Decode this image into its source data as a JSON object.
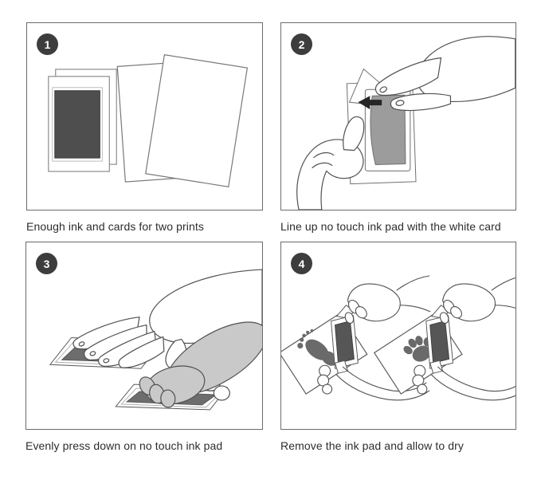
{
  "figure": {
    "type": "instruction-steps",
    "product": "no touch ink pad",
    "steps": [
      {
        "number": "1",
        "caption": "Enough ink and cards for two prints",
        "illustration": "ink-pad-with-backing-cards-and-two-white-cards"
      },
      {
        "number": "2",
        "caption": "Line up no touch ink pad with the white card",
        "illustration": "hands-aligning-ink-pad-with-white-card-arrow-left"
      },
      {
        "number": "3",
        "caption": "Evenly press down on no touch ink pad",
        "illustration": "hand-and-pet-paw-pressing-on-ink-pads"
      },
      {
        "number": "4",
        "caption": "Remove the ink pad and allow to dry",
        "illustration": "peeling-ink-pad-revealing-footprint-and-paw-print"
      }
    ],
    "colors": {
      "background": "#ffffff",
      "panel_border": "#6b6b6b",
      "step_badge": "#3d3d3d",
      "step_badge_text": "#ffffff",
      "line_art_outline": "#4f4f4f",
      "ink_pad_dark": "#4e4e4e",
      "ink_pad_medium": "#9c9c9c",
      "ink_pad_pressed": "#6d6d6d",
      "paw_gray": "#c9c9c9",
      "print_gray": "#6a6a6a",
      "caption_text": "#2d2d2d",
      "arrow": "#262626"
    }
  }
}
